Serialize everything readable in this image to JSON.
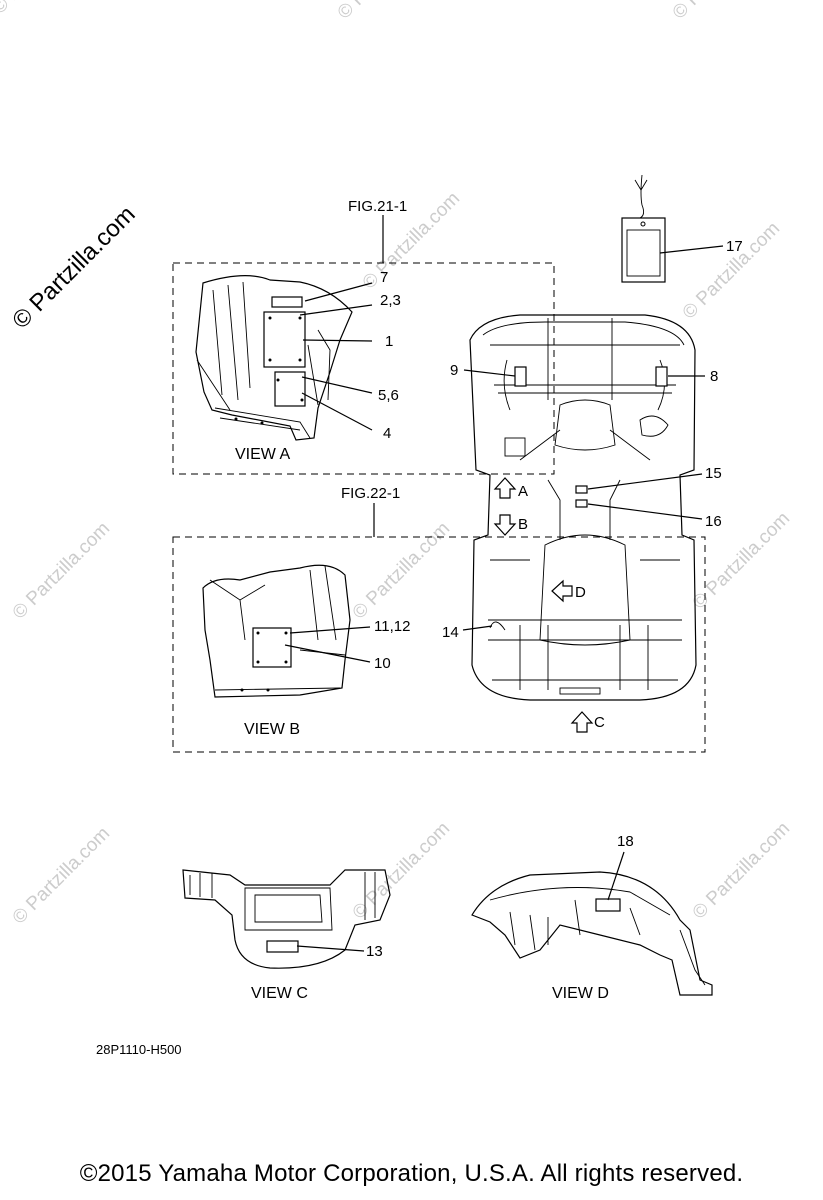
{
  "watermark": {
    "main": "© Partzilla.com",
    "repeat": "© Partzilla.com"
  },
  "figure_refs": {
    "view_a": "FIG.21-1",
    "view_b": "FIG.22-1"
  },
  "callouts": {
    "c1": "1",
    "c2_3": "2,3",
    "c4": "4",
    "c5_6": "5,6",
    "c7": "7",
    "c8": "8",
    "c9": "9",
    "c10": "10",
    "c11_12": "11,12",
    "c13": "13",
    "c14": "14",
    "c15": "15",
    "c16": "16",
    "c17": "17",
    "c18": "18"
  },
  "arrows": {
    "a": "A",
    "b": "B",
    "c": "C",
    "d": "D"
  },
  "views": {
    "a": "VIEW A",
    "b": "VIEW B",
    "c": "VIEW C",
    "d": "VIEW D"
  },
  "part_code": "28P1110-H500",
  "copyright": "©2015  Yamaha Motor Corporation, U.S.A. All rights reserved."
}
